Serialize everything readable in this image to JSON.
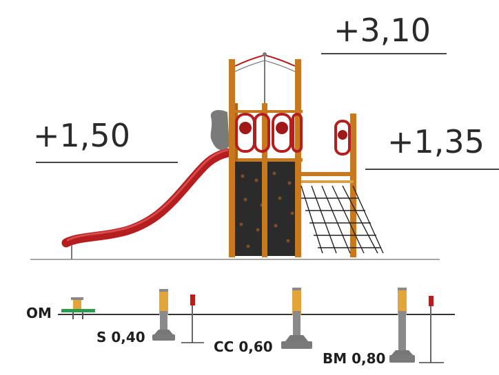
{
  "heights": {
    "slide": "+1,50",
    "tower": "+3,10",
    "platform": "+1,35"
  },
  "foundations": {
    "om": "OM",
    "s": "S 0,40",
    "cc": "CC 0,60",
    "bm": "BM 0,80"
  },
  "colors": {
    "wood": "#c8781e",
    "slide": "#b41e1e",
    "climbing_panel": "#2b2b2b",
    "concrete": "#8a8a8a",
    "post_cap": "#e1a53a",
    "ground_anchor": "#2e9a4a",
    "line": "#444444"
  }
}
